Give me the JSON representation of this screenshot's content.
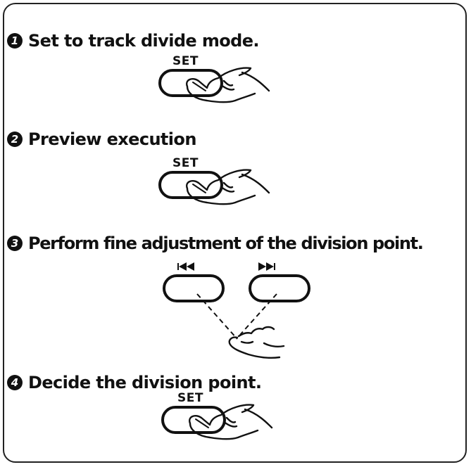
{
  "steps": [
    {
      "number": "1",
      "text": "Set to track divide mode.",
      "button_label": "SET",
      "icon": "hand-press-icon"
    },
    {
      "number": "2",
      "text": "Preview execution",
      "button_label": "SET",
      "icon": "hand-press-icon"
    },
    {
      "number": "3",
      "text": "Perform fine adjustment of the division point.",
      "buttons": [
        {
          "label": "⏮",
          "icon": "skip-back-icon"
        },
        {
          "label": "⏭",
          "icon": "skip-forward-icon"
        }
      ],
      "icon": "hand-point-icon"
    },
    {
      "number": "4",
      "text": "Decide the division point.",
      "button_label": "SET",
      "icon": "hand-press-icon"
    }
  ]
}
